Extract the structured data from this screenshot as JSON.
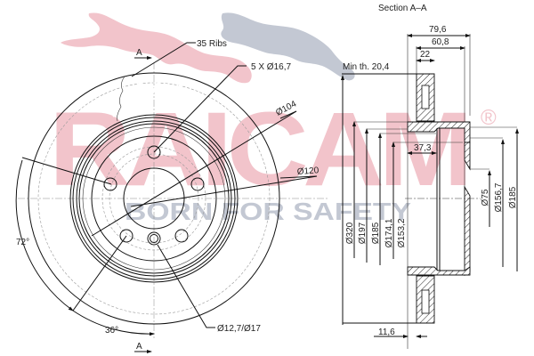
{
  "watermark": {
    "brand": "RAICAM",
    "registered": "®",
    "slogan": "BORN FOR SAFETY",
    "brand_color": "#f2c4cb",
    "slogan_color": "#b9bfcc"
  },
  "front_view": {
    "section_marker_top": "A",
    "section_marker_bottom": "A",
    "labels": {
      "ribs": "35  Ribs",
      "bolt_holes": "5  X  Ø16,7",
      "pcd": "Ø104",
      "hub": "Ø120",
      "small_hole": "Ø12,7/Ø17",
      "angle_72": "72°",
      "angle_36": "36°"
    }
  },
  "section_view": {
    "title": "Section  A–A",
    "min_thickness": "Min  th.  20,4",
    "dimensions": {
      "overall_height": "79,6",
      "hat_height": "60,8",
      "disc_thickness": "22",
      "hub_depth": "37,3",
      "offset": "11,6"
    },
    "diameters_left": [
      "Ø320",
      "Ø197",
      "Ø185",
      "Ø174,1",
      "Ø153,2"
    ],
    "diameters_right": [
      "Ø75",
      "Ø156,7",
      "Ø185"
    ]
  }
}
